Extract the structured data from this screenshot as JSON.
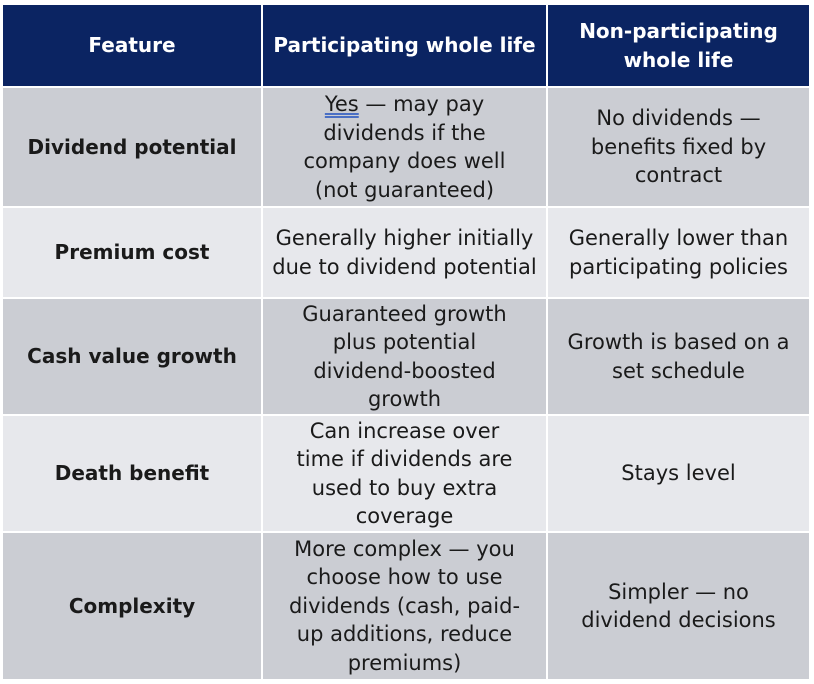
{
  "header": {
    "feature": "Feature",
    "participating": "Participating whole life",
    "non_participating": "Non-participating whole life"
  },
  "rows": [
    {
      "feature": "Dividend potential",
      "participating_yes": "Yes",
      "participating_rest": " — may pay dividends if the company does well (not guaranteed)",
      "non_participating": "No dividends — benefits fixed by contract"
    },
    {
      "feature": "Premium cost",
      "participating": "Generally higher initially due to dividend potential",
      "non_participating": "Generally lower than participating policies"
    },
    {
      "feature": "Cash value growth",
      "participating": "Guaranteed growth plus potential dividend-boosted growth",
      "non_participating": "Growth is based on a set schedule"
    },
    {
      "feature": "Death benefit",
      "participating": "Can increase over time if dividends are used to buy extra coverage",
      "non_participating": "Stays level"
    },
    {
      "feature": "Complexity",
      "participating": "More complex — you choose how to use dividends (cash, paid-up additions, reduce premiums)",
      "non_participating": "Simpler — no dividend decisions"
    }
  ]
}
